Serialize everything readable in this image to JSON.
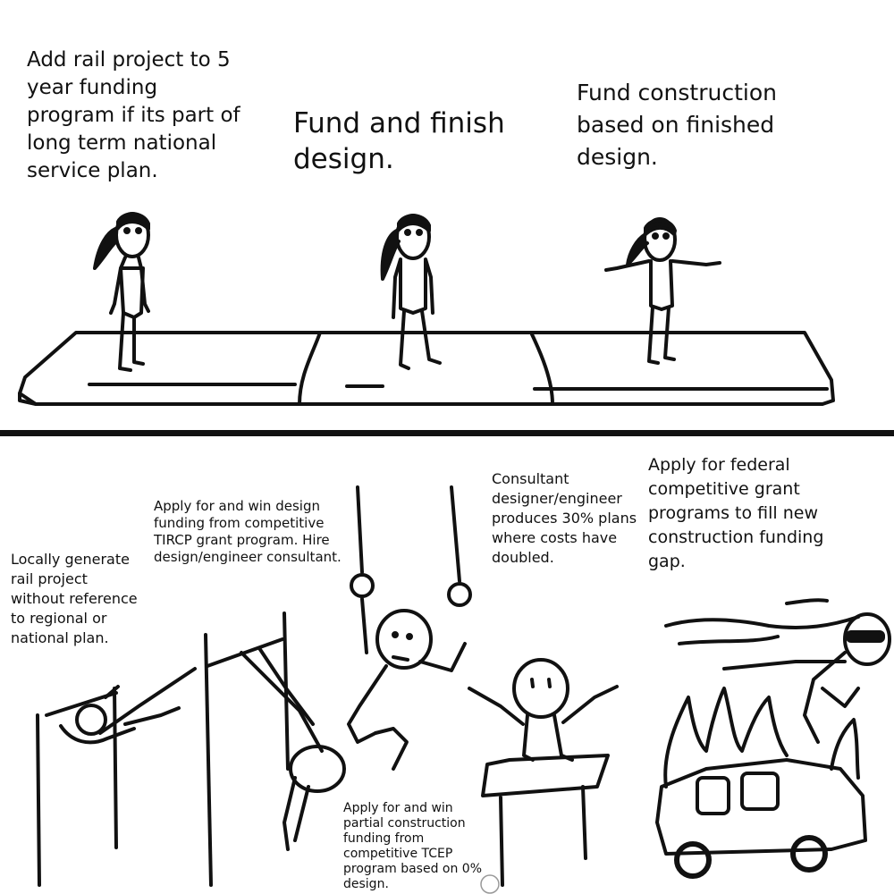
{
  "ideal": {
    "step1": "Add  rail project to 5\nyear funding\nprogram if its part of\nlong term national\nservice plan.",
    "step2": "Fund and finish\ndesign.",
    "step3": "Fund construction\nbased on finished\ndesign."
  },
  "reality": {
    "step1": "Locally generate\nrail project\nwithout reference\nto regional or\nnational plan.",
    "step2": "Apply for and win design\nfunding from competitive\nTIRCP grant program. Hire\ndesign/engineer consultant.",
    "step3": "Apply for and win\npartial construction\nfunding from\ncompetitive TCEP\nprogram based on 0%\ndesign.",
    "step4": "Consultant\ndesigner/engineer\nproduces 30% plans\nwhere costs have\ndoubled.",
    "step5": "Apply for federal\ncompetitive grant\nprograms to fill new\nconstruction funding\ngap."
  },
  "colors": {
    "ink": "#111111",
    "background": "#ffffff"
  }
}
